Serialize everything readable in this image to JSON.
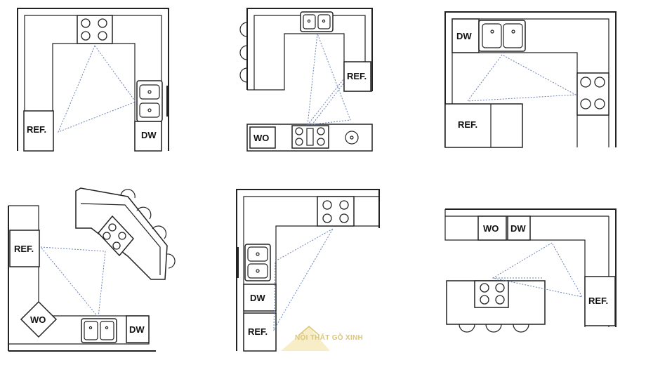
{
  "layouts": [
    {
      "id": "u-shape",
      "labels": {
        "ref": "REF.",
        "dw": "DW"
      }
    },
    {
      "id": "galley-peninsula",
      "labels": {
        "ref": "REF.",
        "wo": "WO"
      }
    },
    {
      "id": "l-shape-top",
      "labels": {
        "dw": "DW",
        "ref": "REF."
      }
    },
    {
      "id": "l-shape-angled-island",
      "labels": {
        "ref": "REF.",
        "wo": "WO",
        "dw": "DW"
      }
    },
    {
      "id": "l-shape-left",
      "labels": {
        "dw": "DW",
        "ref": "REF."
      }
    },
    {
      "id": "l-shape-island",
      "labels": {
        "wo": "WO",
        "dw": "DW",
        "ref": "REF."
      }
    }
  ],
  "watermark": {
    "text": "NỘI THẤT GỖ XINH",
    "icon": "house-logo-icon"
  },
  "colors": {
    "line": "#222222",
    "triangle": "#6a7fb5",
    "watermark": "#d8c06a"
  }
}
